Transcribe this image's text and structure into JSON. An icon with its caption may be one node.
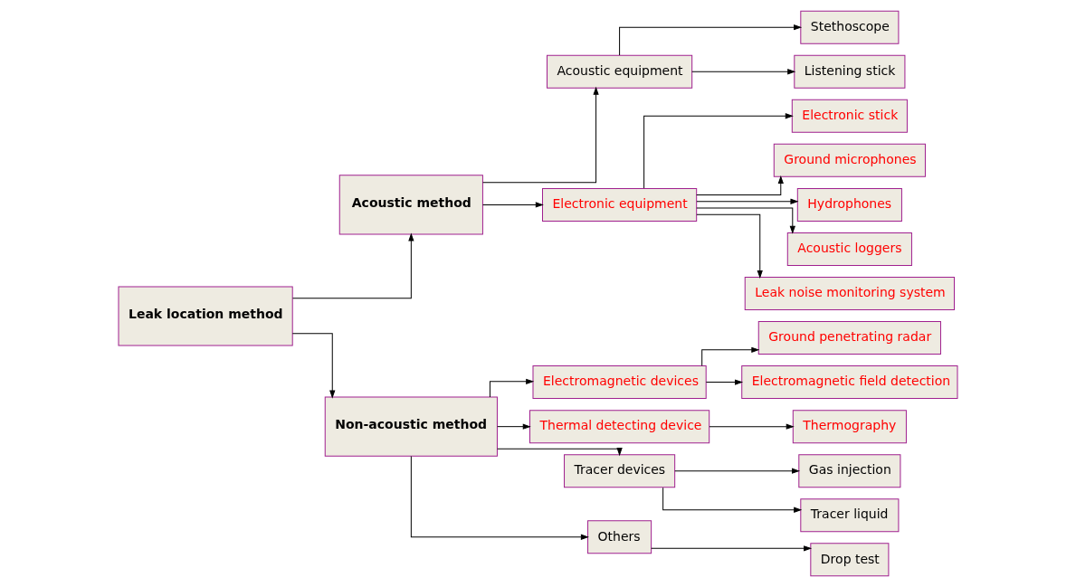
{
  "diagram": {
    "nodes": [
      {
        "text": [
          "Leak location method"
        ]
      },
      {
        "text": [
          "Acoustic method"
        ]
      },
      {
        "text": [
          "Non-acoustic method"
        ]
      },
      {
        "text": [
          "Acoustic equipment"
        ]
      },
      {
        "text": [
          "Electronic equipment"
        ]
      },
      {
        "text": [
          "Stethoscope"
        ]
      },
      {
        "text": [
          "Listening stick"
        ]
      },
      {
        "text": [
          "Electronic stick"
        ]
      },
      {
        "text": [
          "Ground microphones"
        ]
      },
      {
        "text": [
          "Hydrophones"
        ]
      },
      {
        "text": [
          "Acoustic loggers"
        ]
      },
      {
        "text": [
          "Leak noise monitoring system"
        ]
      },
      {
        "text": [
          "Electromagnetic devices"
        ]
      },
      {
        "text": [
          "Thermal detecting device"
        ]
      },
      {
        "text": [
          "Tracer devices"
        ]
      },
      {
        "text": [
          "Others"
        ]
      },
      {
        "text": [
          "Ground penetrating radar"
        ]
      },
      {
        "text": [
          "Electromagnetic field detection"
        ]
      },
      {
        "text": [
          "Thermography"
        ]
      },
      {
        "text": [
          "Gas injection"
        ]
      },
      {
        "text": [
          "Tracer liquid"
        ]
      },
      {
        "text": [
          "Drop test"
        ]
      }
    ],
    "edges": [
      {
        "from": 0,
        "to": 1,
        "arrow": "to"
      },
      {
        "from": 0,
        "to": 2,
        "arrow": "to"
      },
      {
        "from": 1,
        "to": 3,
        "arrow": "to"
      },
      {
        "from": 1,
        "to": 4,
        "arrow": "to"
      },
      {
        "from": 3,
        "to": 5,
        "arrow": "to"
      },
      {
        "from": 3,
        "to": 6,
        "arrow": "to"
      },
      {
        "from": 4,
        "to": 7,
        "arrow": "to"
      },
      {
        "from": 4,
        "to": 8,
        "arrow": "to"
      },
      {
        "from": 4,
        "to": 9,
        "arrow": "to"
      },
      {
        "from": 4,
        "to": 10,
        "arrow": "to"
      },
      {
        "from": 4,
        "to": 11,
        "arrow": "to"
      },
      {
        "from": 2,
        "to": 12,
        "arrow": "to"
      },
      {
        "from": 2,
        "to": 13,
        "arrow": "to"
      },
      {
        "from": 2,
        "to": 14,
        "arrow": "to"
      },
      {
        "from": 2,
        "to": 15,
        "arrow": "to"
      },
      {
        "from": 12,
        "to": 16,
        "arrow": "to"
      },
      {
        "from": 12,
        "to": 17,
        "arrow": "to"
      },
      {
        "from": 13,
        "to": 18,
        "arrow": "to"
      },
      {
        "from": 14,
        "to": 19,
        "arrow": "to"
      },
      {
        "from": 14,
        "to": 20,
        "arrow": "to"
      },
      {
        "from": 15,
        "to": 21,
        "arrow": "to"
      }
    ]
  }
}
